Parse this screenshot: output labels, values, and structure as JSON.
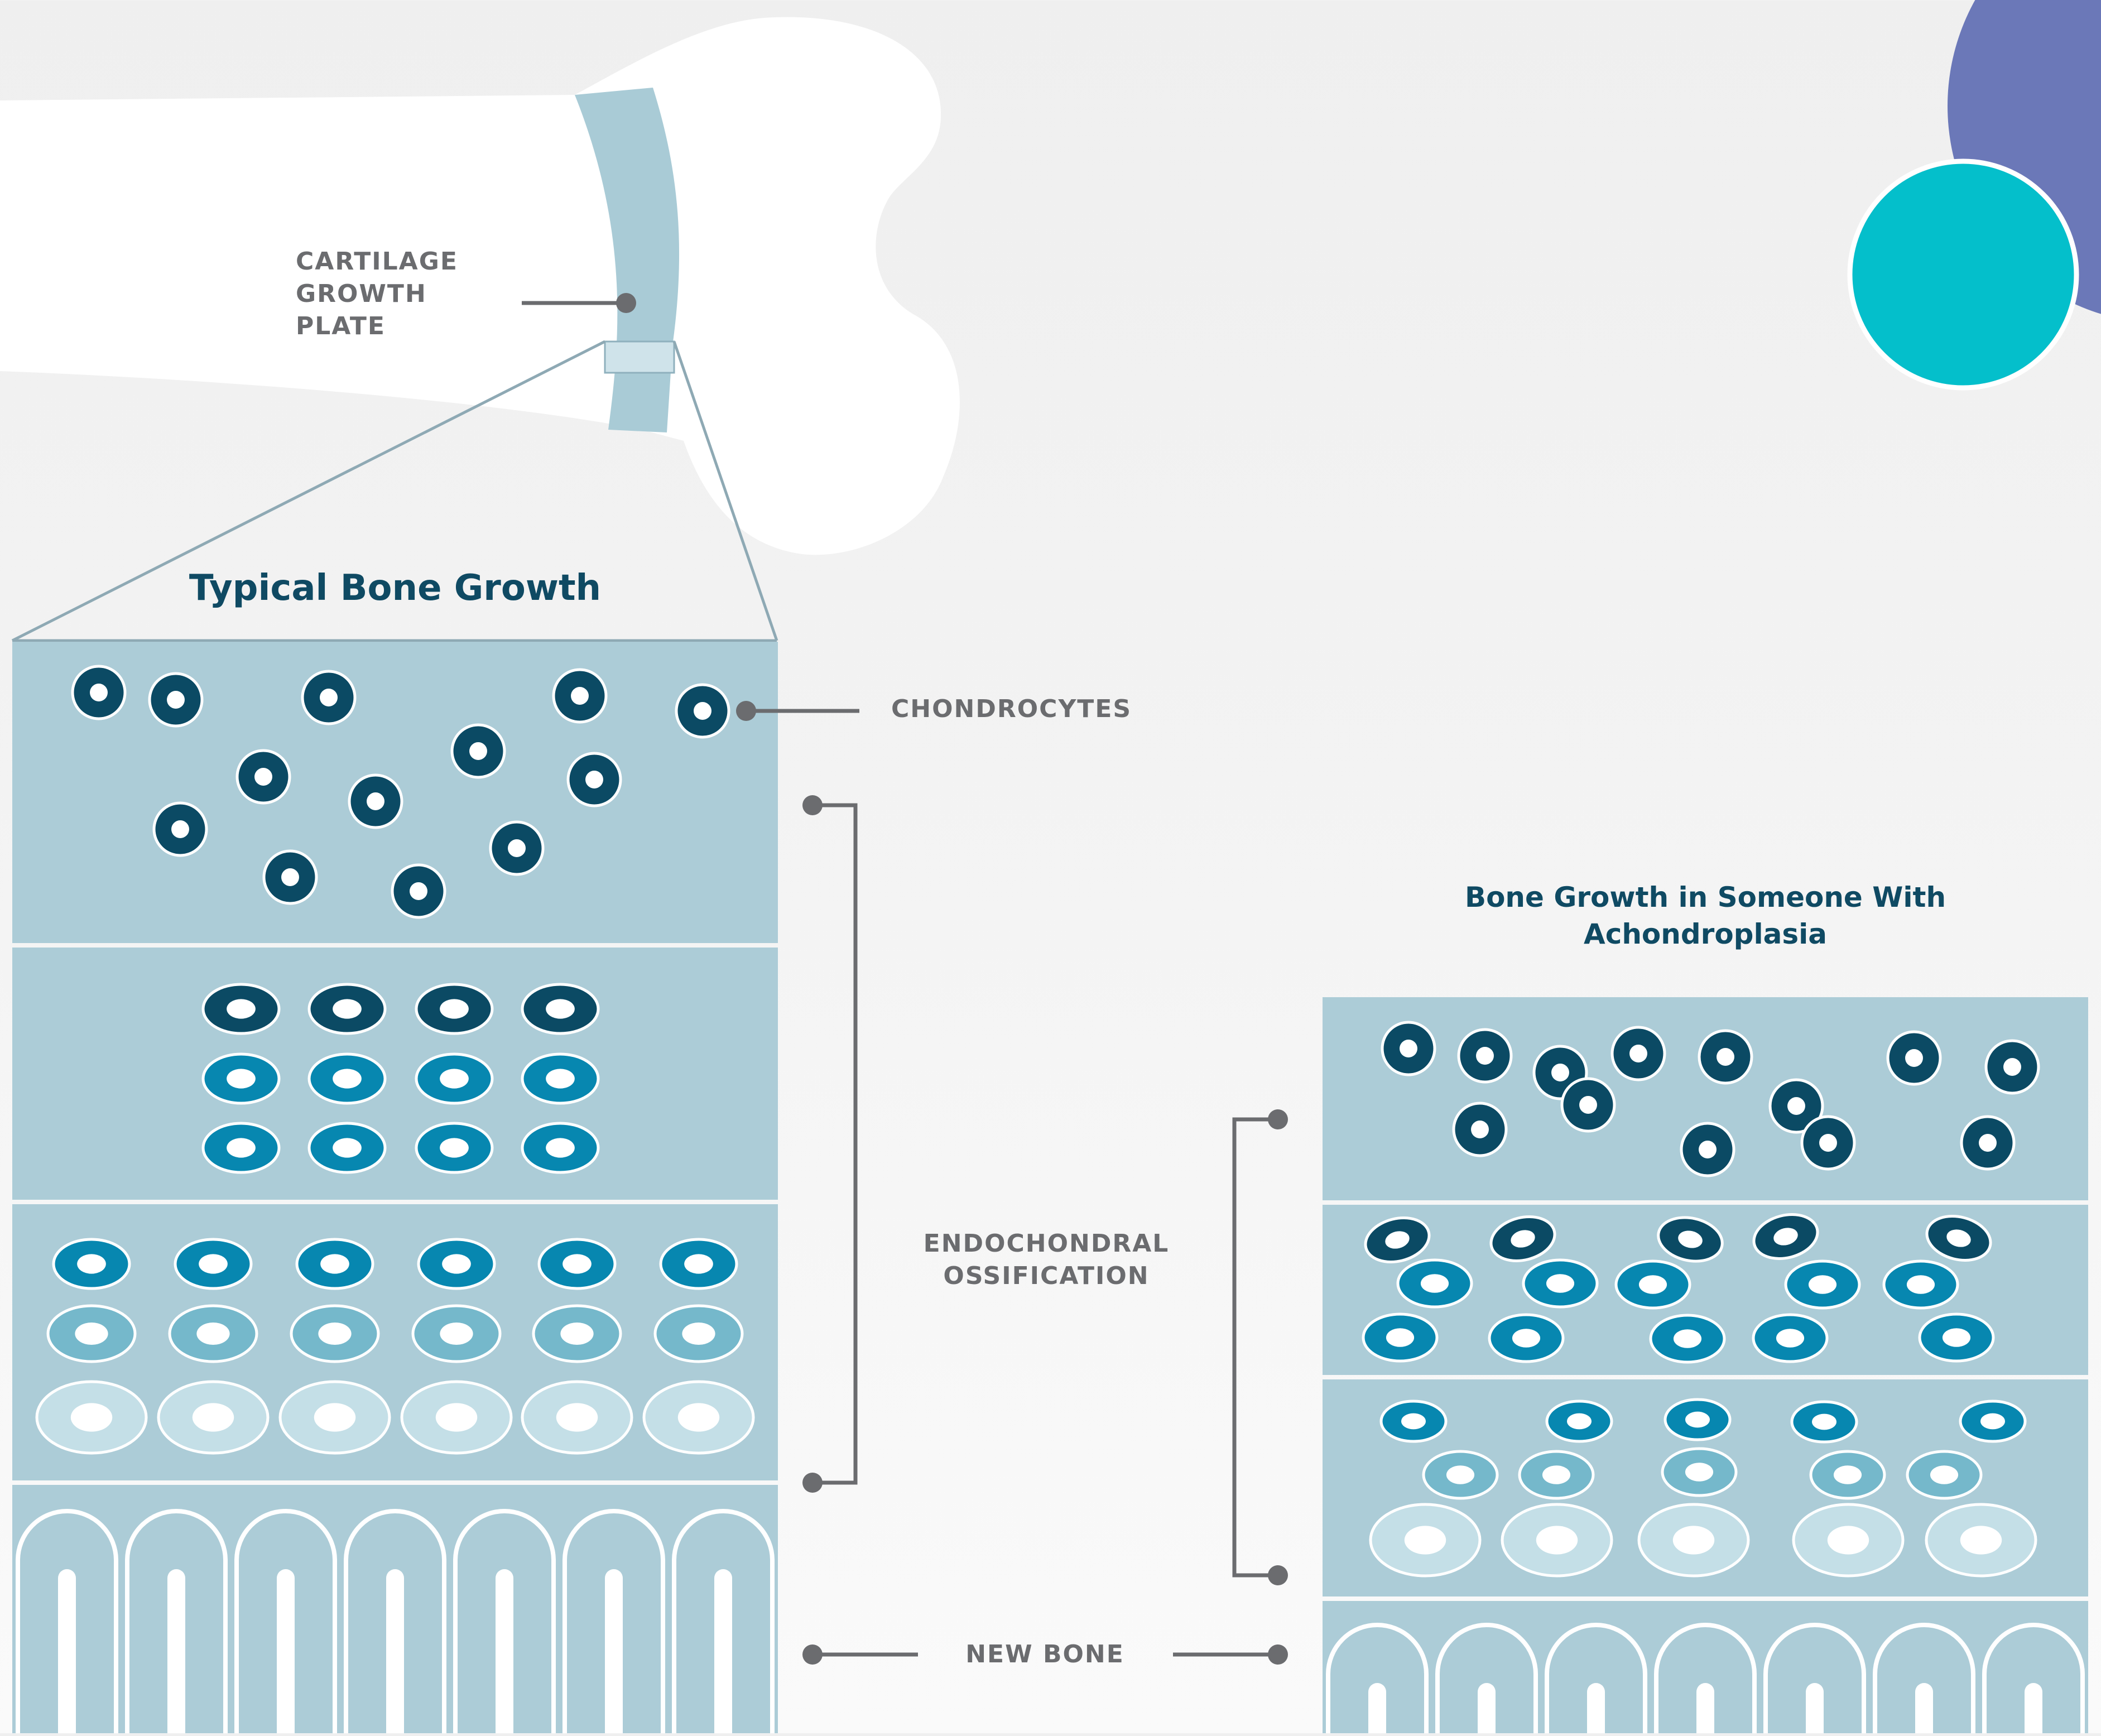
{
  "labels": {
    "cartilage_growth_plate": "CARTILAGE\nGROWTH\nPLATE",
    "chondrocytes": "CHONDROCYTES",
    "endochondral_ossification": "ENDOCHONDRAL\nOSSIFICATION",
    "new_bone": "NEW BONE"
  },
  "panels": {
    "typical": {
      "title": "Typical Bone Growth"
    },
    "achondroplasia": {
      "title": "Bone Growth in Someone With\nAchondroplasia"
    }
  },
  "colors": {
    "tissue": "#acccd7",
    "cell_dark": "#0b4a64",
    "cell_mid": "#0787b0",
    "cell_light": "#75b8cb",
    "cell_pale": "#c4dfe7",
    "bone": "#ffffff",
    "growth_plate": "#a9cbd6",
    "label_text": "#6b6c6f",
    "title_text": "#0f4a63",
    "connector": "#6b6c6f",
    "accent_purple": "#6b78b8",
    "accent_teal": "#04bfcb"
  }
}
